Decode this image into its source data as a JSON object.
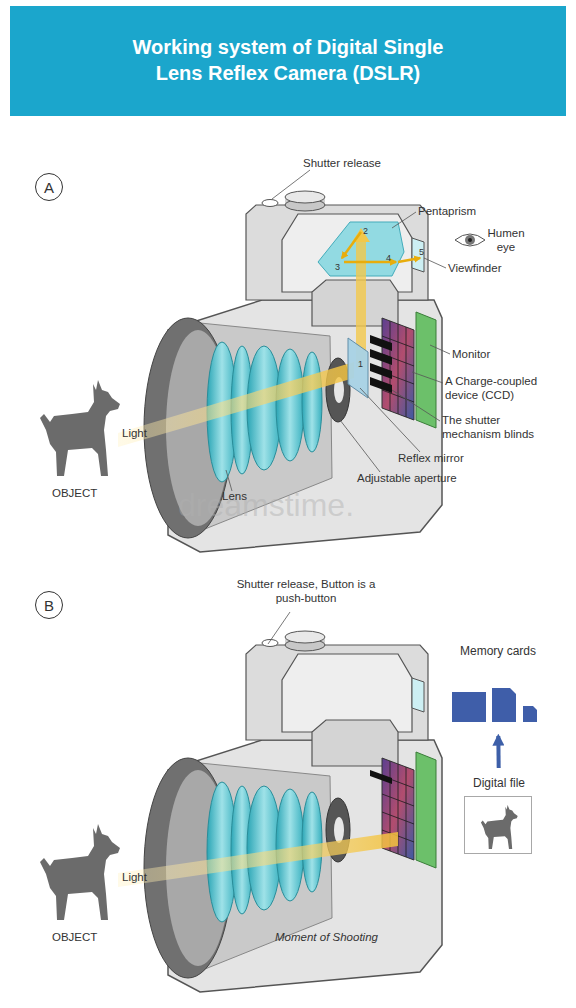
{
  "diagram": {
    "title": "Working system of Digital Single Lens Reflex Camera (DSLR)",
    "caption": "Moment of Shooting",
    "nodes": [
      {
        "text": [
          "A"
        ]
      },
      {
        "text": [
          "B"
        ]
      },
      {
        "text": [
          "Memory cards"
        ]
      },
      {
        "text": [
          "Digital file"
        ]
      }
    ],
    "edges": [
      {
        "from": 3,
        "to": 2,
        "arrow": "to"
      }
    ],
    "labels": [
      "Shutter release",
      "Pentaprism",
      "2",
      "3",
      "4",
      "1",
      "Humen eye",
      "5",
      "Viewfinder",
      "Monitor",
      "A Charge-coupled device (CCD)",
      "The shutter mechanism blinds",
      "Reflex mirror",
      "Light",
      "Adjustable aperture",
      "OBJECT",
      "Lens",
      "dreamstime.",
      "Shutter release, Button is a push-button",
      "Light",
      "OBJECT"
    ]
  }
}
